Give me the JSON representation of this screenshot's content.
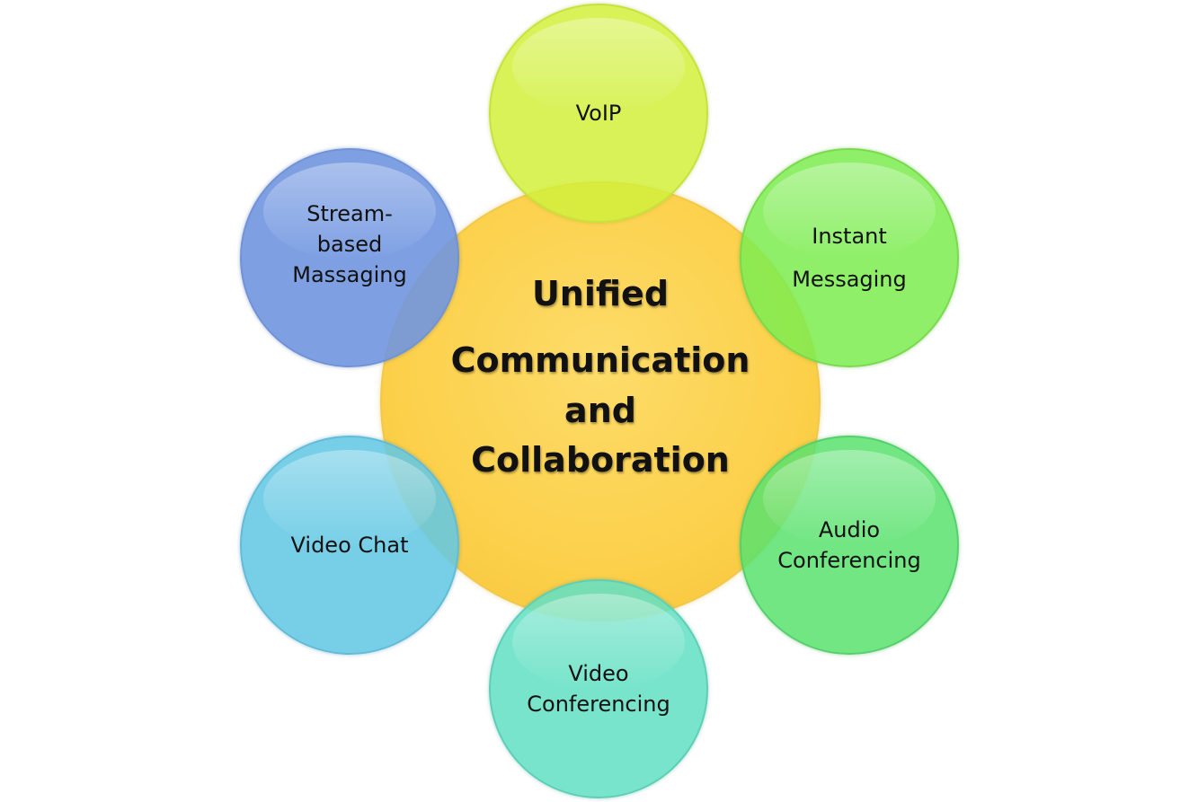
{
  "center": {
    "lines": [
      "Unified",
      "Communication",
      "and",
      "Collaboration"
    ],
    "color": "#FCD34D"
  },
  "nodes": {
    "voip": {
      "lines": [
        "VoIP"
      ],
      "color": "#D8F04A"
    },
    "instant_messaging": {
      "lines": [
        "Instant",
        "Messaging"
      ],
      "color": "#8BEE5A"
    },
    "audio_conferencing": {
      "lines": [
        "Audio",
        "Conferencing"
      ],
      "color": "#66E27A"
    },
    "video_conferencing": {
      "lines": [
        "Video",
        "Conferencing"
      ],
      "color": "#6EE0C4"
    },
    "video_chat": {
      "lines": [
        "Video Chat"
      ],
      "color": "#6FCDE4"
    },
    "stream_based_massaging": {
      "lines": [
        "Stream-",
        "based",
        "Massaging"
      ],
      "color": "#7B9EE0"
    }
  }
}
